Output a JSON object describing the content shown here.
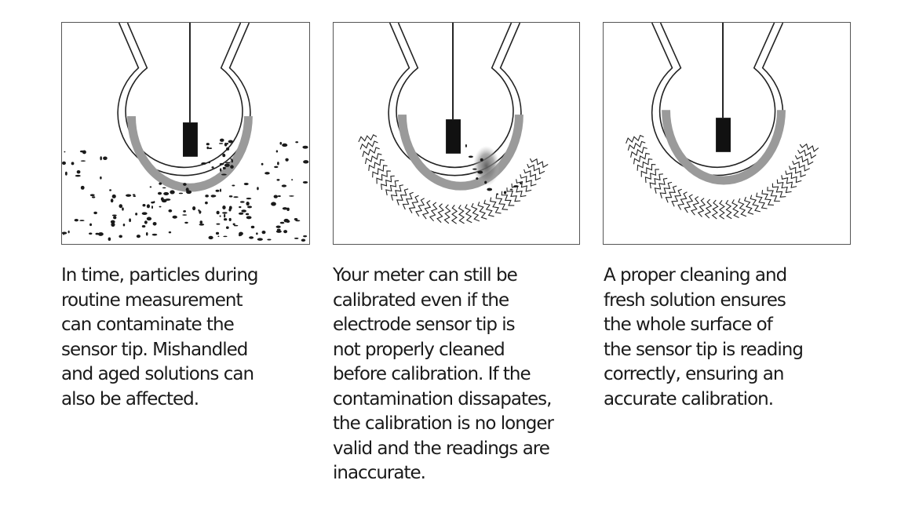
{
  "captions": {
    "panel_1": "In time, particles during\nroutine measurement\ncan contaminate the\nsensor tip. Mishandled\nand aged solutions can\nalso be affected.",
    "panel_2": "Your meter can still be\ncalibrated even if the\nelectrode sensor tip is\nnot properly cleaned\nbefore calibration. If the\ncontamination dissapates,\nthe calibration is no longer\nvalid and the readings are\ninaccurate.",
    "panel_3": "A proper cleaning and\nfresh solution ensures\nthe whole surface of\nthe sensor tip is reading\ncorrectly, ensuring an\naccurate calibration."
  },
  "colors": {
    "outline": "#222222",
    "membrane": "#9a9a9a",
    "sensor": "#111111",
    "particles": "#1a1a1a",
    "smudge": "#7a7a7a",
    "frame": "#555555"
  },
  "icons": [
    "electrode-bulb-icon",
    "sensor-tip-icon",
    "particle-icon",
    "wave-icon",
    "contamination-smudge-icon"
  ]
}
